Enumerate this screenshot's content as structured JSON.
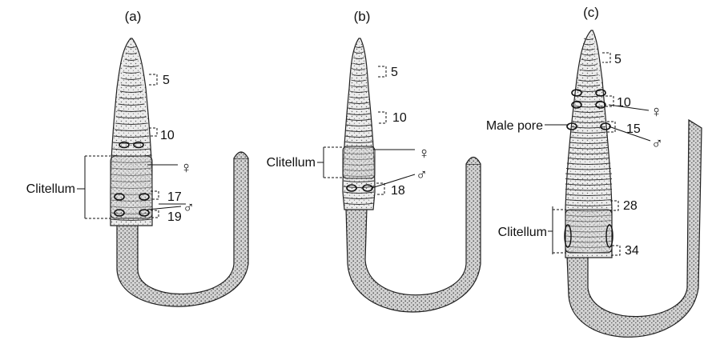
{
  "figure": {
    "panels": [
      {
        "id": "a",
        "label": "(a)",
        "segment_labels": [
          "5",
          "10",
          "17",
          "19"
        ],
        "clitellum_label": "Clitellum",
        "female_symbol": "♀",
        "male_symbol": "♂"
      },
      {
        "id": "b",
        "label": "(b)",
        "segment_labels": [
          "5",
          "10",
          "18"
        ],
        "clitellum_label": "Clitellum",
        "female_symbol": "♀",
        "male_symbol": "♂"
      },
      {
        "id": "c",
        "label": "(c)",
        "segment_labels": [
          "5",
          "10",
          "15",
          "28",
          "34"
        ],
        "clitellum_label": "Clitellum",
        "male_pore_label": "Male pore",
        "female_symbol": "♀",
        "male_symbol": "♂"
      }
    ]
  }
}
